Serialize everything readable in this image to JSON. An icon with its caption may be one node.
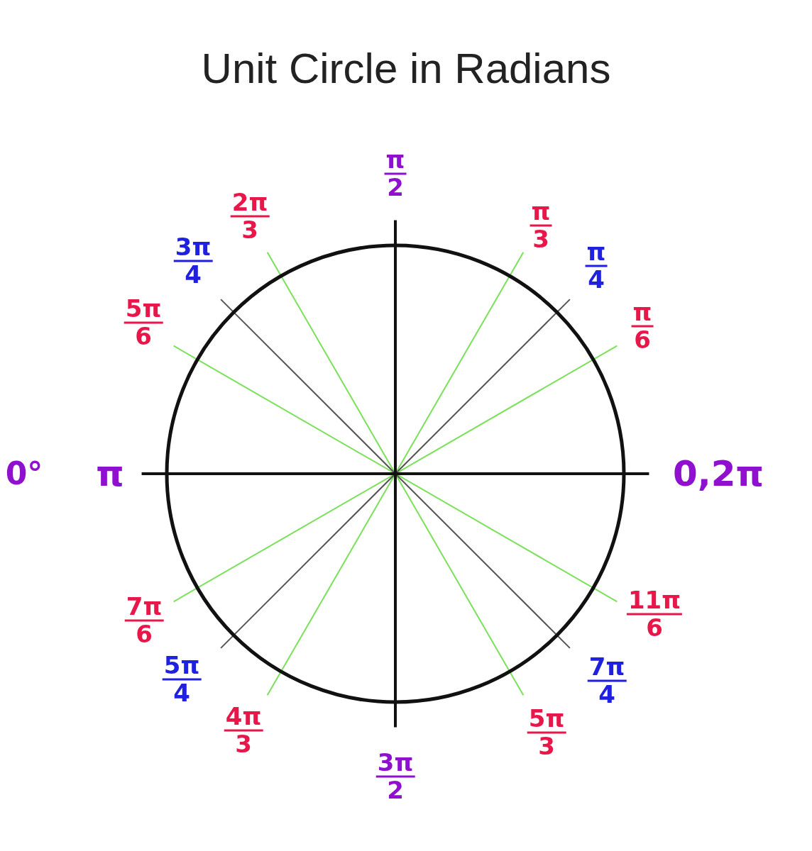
{
  "diagram": {
    "title": "Unit Circle in Radians",
    "labels": [
      "π",
      "2",
      "2π",
      "3",
      "π",
      "3",
      "3π",
      "4",
      "π",
      "4",
      "5π",
      "6",
      "π",
      "6",
      "0°",
      "π",
      "0,2π",
      "7π",
      "6",
      "11π",
      "6",
      "5π",
      "4",
      "7π",
      "4",
      "4π",
      "3",
      "5π",
      "3",
      "3π",
      "2"
    ]
  }
}
